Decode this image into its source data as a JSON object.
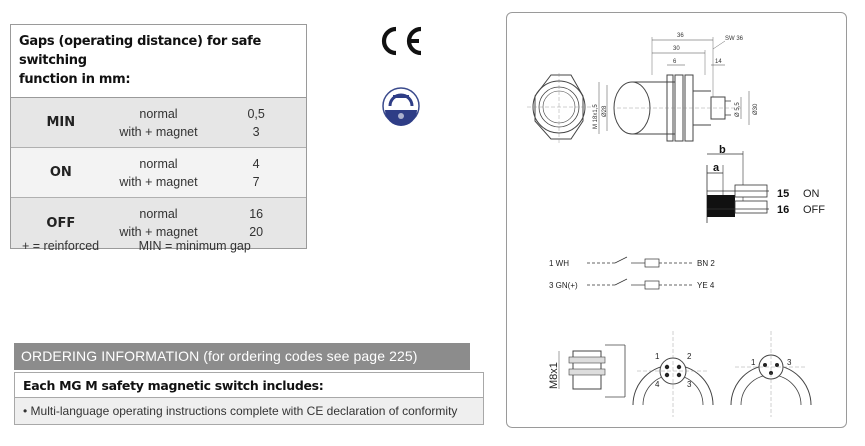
{
  "gaps": {
    "title_line1": "Gaps (operating distance) for safe switching",
    "title_line2": "function in mm:",
    "rows": [
      {
        "label": "MIN",
        "mode1": "normal",
        "mode2": "with + magnet",
        "value1": "0,5",
        "value2": "3"
      },
      {
        "label": "ON",
        "mode1": "normal",
        "mode2": "with + magnet",
        "value1": "4",
        "value2": "7"
      },
      {
        "label": "OFF",
        "mode1": "normal",
        "mode2": "with + magnet",
        "value1": "16",
        "value2": "20"
      }
    ]
  },
  "legend": {
    "reinforced": "+ = reinforced",
    "min_gap": "MIN = minimum gap"
  },
  "ordering": {
    "title": "ORDERING INFORMATION (for ordering codes see page 225)",
    "subtitle": "Each MG M safety magnetic switch includes:",
    "item": "• Multi-language operating instructions complete with CE declaration of conformity"
  },
  "drawing": {
    "dims": {
      "d36": "36",
      "d30": "30",
      "d6": "6",
      "d14": "14",
      "sw": "SW 36",
      "m": "M 18x1,5",
      "d28": "Ø28",
      "d55": "Ø 5,5",
      "d30b": "Ø30"
    },
    "gap_a": "a",
    "gap_b": "b",
    "on_num": "15",
    "on_label": "ON",
    "off_num": "16",
    "off_label": "OFF",
    "wire_1": "1 WH",
    "wire_3": "3 GN(+)",
    "wire_bn": "BN 2",
    "wire_ye": "YE 4",
    "m8": "M8x1",
    "pin_1": "1",
    "pin_2": "2",
    "pin_3": "3",
    "pin_4": "4",
    "pin_r1": "1",
    "pin_r3": "3"
  }
}
